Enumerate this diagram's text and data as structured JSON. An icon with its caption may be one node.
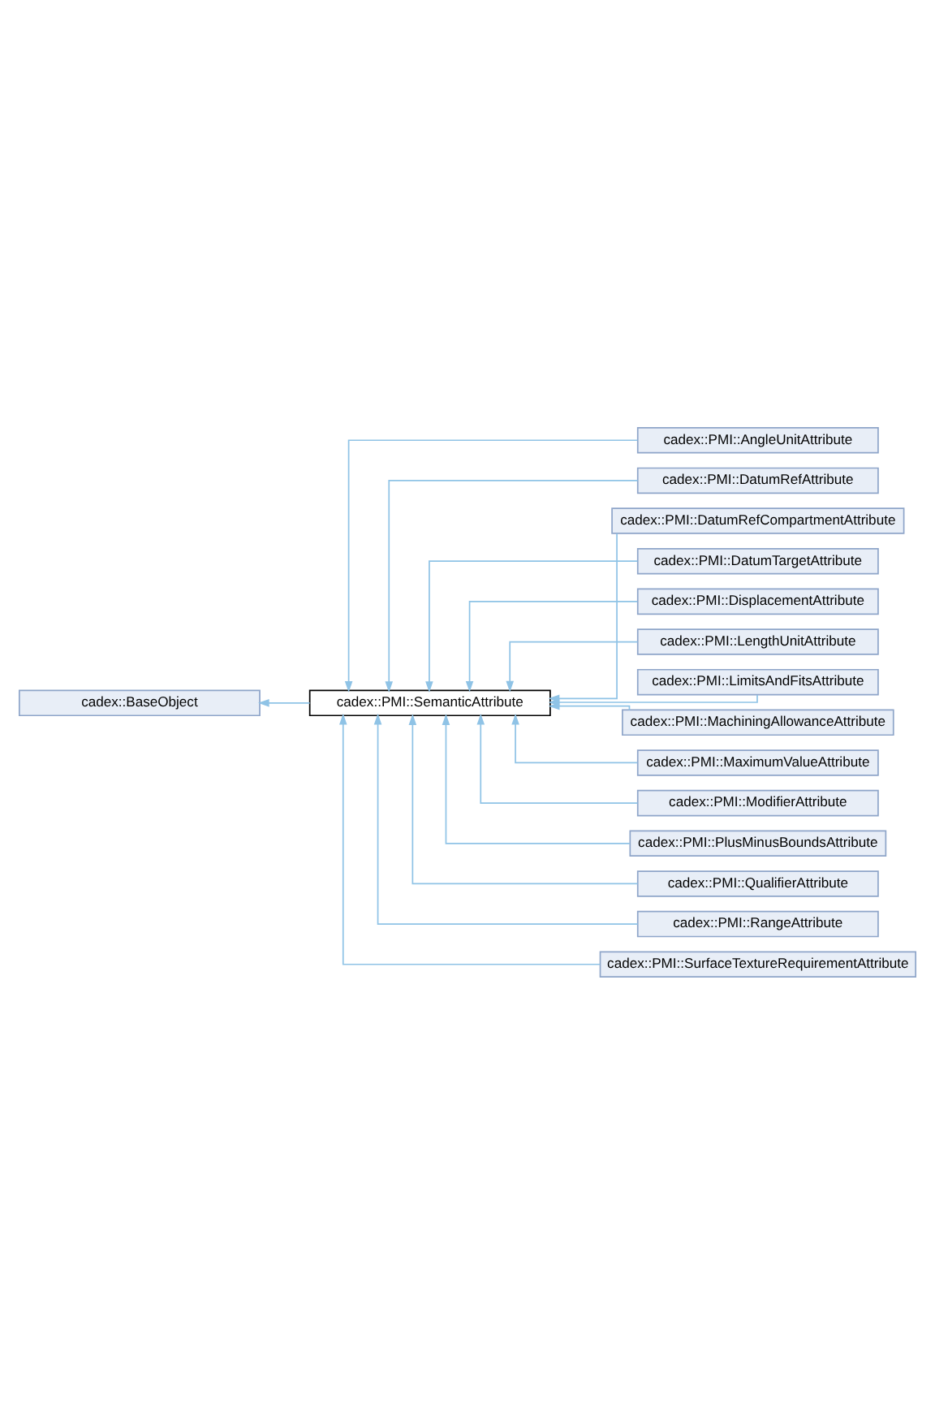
{
  "diagram": {
    "nodes": [
      {
        "text": [
          "cadex::BaseObject"
        ]
      },
      {
        "text": [
          "cadex::PMI::SemanticAttribute"
        ]
      },
      {
        "text": [
          "cadex::PMI::AngleUnitAttribute"
        ]
      },
      {
        "text": [
          "cadex::PMI::DatumRefAttribute"
        ]
      },
      {
        "text": [
          "cadex::PMI::DatumRefCompartmentAttribute"
        ]
      },
      {
        "text": [
          "cadex::PMI::DatumTargetAttribute"
        ]
      },
      {
        "text": [
          "cadex::PMI::DisplacementAttribute"
        ]
      },
      {
        "text": [
          "cadex::PMI::LengthUnitAttribute"
        ]
      },
      {
        "text": [
          "cadex::PMI::LimitsAndFitsAttribute"
        ]
      },
      {
        "text": [
          "cadex::PMI::MachiningAllowanceAttribute"
        ]
      },
      {
        "text": [
          "cadex::PMI::MaximumValueAttribute"
        ]
      },
      {
        "text": [
          "cadex::PMI::ModifierAttribute"
        ]
      },
      {
        "text": [
          "cadex::PMI::PlusMinusBoundsAttribute"
        ]
      },
      {
        "text": [
          "cadex::PMI::QualifierAttribute"
        ]
      },
      {
        "text": [
          "cadex::PMI::RangeAttribute"
        ]
      },
      {
        "text": [
          "cadex::PMI::SurfaceTextureRequirementAttribute"
        ]
      }
    ],
    "edges": [
      {
        "from": 1,
        "to": 0,
        "arrow": "to"
      },
      {
        "from": 2,
        "to": 1,
        "arrow": "to"
      },
      {
        "from": 3,
        "to": 1,
        "arrow": "to"
      },
      {
        "from": 4,
        "to": 1,
        "arrow": "to"
      },
      {
        "from": 5,
        "to": 1,
        "arrow": "to"
      },
      {
        "from": 6,
        "to": 1,
        "arrow": "to"
      },
      {
        "from": 7,
        "to": 1,
        "arrow": "to"
      },
      {
        "from": 8,
        "to": 1,
        "arrow": "to"
      },
      {
        "from": 9,
        "to": 1,
        "arrow": "to"
      },
      {
        "from": 10,
        "to": 1,
        "arrow": "to"
      },
      {
        "from": 11,
        "to": 1,
        "arrow": "to"
      },
      {
        "from": 12,
        "to": 1,
        "arrow": "to"
      },
      {
        "from": 13,
        "to": 1,
        "arrow": "to"
      },
      {
        "from": 14,
        "to": 1,
        "arrow": "to"
      },
      {
        "from": 15,
        "to": 1,
        "arrow": "to"
      }
    ]
  }
}
